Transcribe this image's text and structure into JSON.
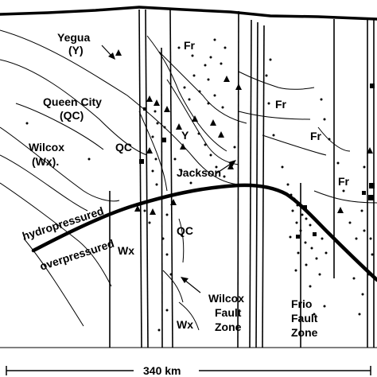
{
  "labels": {
    "yegua": "Yegua",
    "yegua_abbr": "(Y)",
    "queen_city": "Queen City",
    "queen_city_abbr": "(QC)",
    "wilcox": "Wilcox",
    "wilcox_abbr": "(Wx).",
    "qc_upper": "QC",
    "qc_lower": "QC",
    "y_mid": "Y",
    "jackson": "Jackson",
    "fr_1": "Fr",
    "fr_2": "Fr",
    "fr_3": "Fr",
    "fr_4": "Fr",
    "wx_upper": "Wx",
    "wx_lower": "Wx",
    "hydropressured": "hydropressured",
    "overpressured": "overpressured",
    "wilcox_fault_1": "Wilcox",
    "wilcox_fault_2": "Fault",
    "wilcox_fault_3": "Zone",
    "frio_fault_1": "Frio",
    "frio_fault_2": "Fault",
    "frio_fault_3": "Zone",
    "scale": "340 km"
  }
}
